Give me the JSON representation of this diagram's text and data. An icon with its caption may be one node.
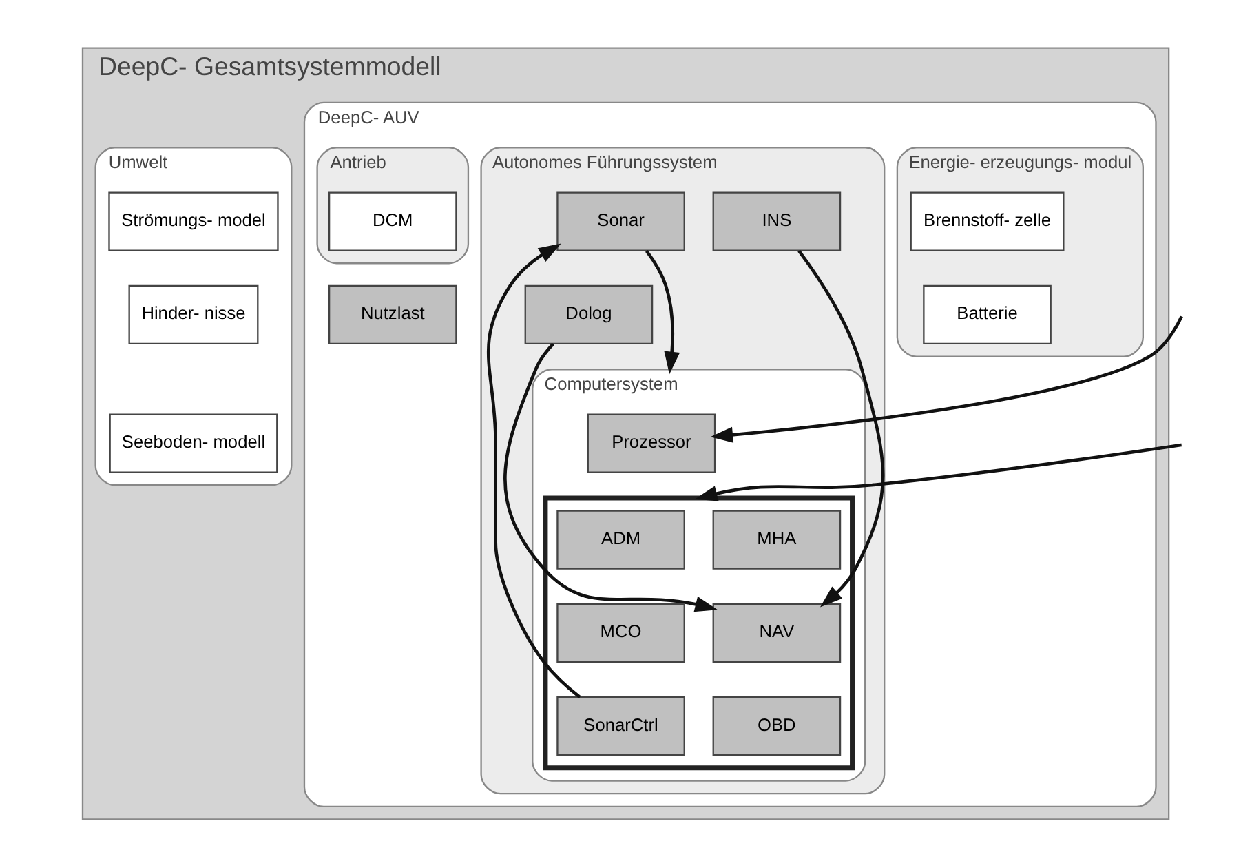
{
  "diagram": {
    "nodes": [
      {
        "text": [
          "DeepC- Gesamtsystemmodell"
        ]
      },
      {
        "text": [
          "DeepC- AUV"
        ],
        "in": 0
      },
      {
        "text": [
          "Energie- erzeugungs- modul"
        ],
        "in": 1
      },
      {
        "text": [
          "Brennstoff- zelle"
        ],
        "in": 2
      },
      {
        "text": [
          "Batterie"
        ],
        "in": 2
      },
      {
        "text": [
          "Autonomes Führungssystem"
        ],
        "in": 1
      },
      {
        "text": [
          "Sonar"
        ],
        "in": 5
      },
      {
        "text": [
          "INS"
        ],
        "in": 5
      },
      {
        "text": [
          "Dolog"
        ],
        "in": 5
      },
      {
        "text": [
          "Computersystem"
        ],
        "in": 5
      },
      {
        "text": [
          "Prozessor"
        ],
        "in": 9
      },
      {
        "text": [],
        "shape": "box",
        "in": 9
      },
      {
        "text": [
          "ADM"
        ],
        "in": 11
      },
      {
        "text": [
          "MHA"
        ],
        "in": 11
      },
      {
        "text": [
          "MCO"
        ],
        "in": 11
      },
      {
        "text": [
          "NAV"
        ],
        "in": 11
      },
      {
        "text": [
          "SonarCtrl"
        ],
        "in": 11
      },
      {
        "text": [
          "OBD"
        ],
        "in": 11
      },
      {
        "text": [
          "Antrieb"
        ],
        "in": 1
      },
      {
        "text": [
          "DCM"
        ],
        "in": 18
      },
      {
        "text": [
          "Nutzlast"
        ],
        "in": 1
      },
      {
        "text": [
          "Umwelt"
        ],
        "in": 0
      },
      {
        "text": [
          "Strömungs- model"
        ],
        "in": 21
      },
      {
        "text": [
          "Hinder- nisse"
        ],
        "in": 21
      },
      {
        "text": [
          "Seeboden- modell"
        ],
        "in": 21
      }
    ],
    "edges": [
      {
        "from": 6,
        "to": 9,
        "arrow": "to"
      },
      {
        "from": 16,
        "to": 6,
        "arrow": "to"
      },
      {
        "from": 8,
        "to": 15,
        "arrow": "to"
      },
      {
        "from": 7,
        "to": 15,
        "arrow": "to"
      },
      {
        "from": null,
        "to": 10,
        "arrow": "to"
      },
      {
        "from": null,
        "to": 11,
        "arrow": "to"
      }
    ]
  }
}
